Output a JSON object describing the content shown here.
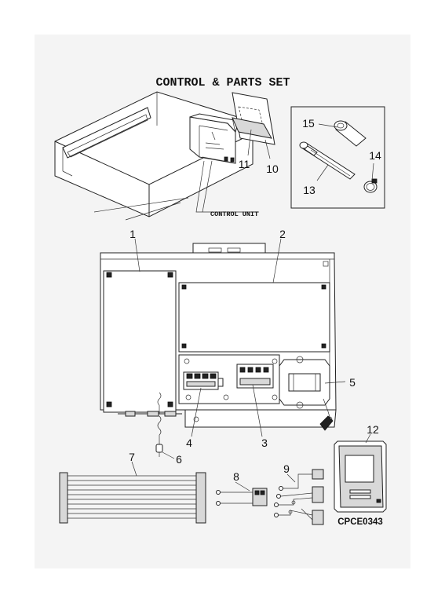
{
  "title": "CONTROL & PARTS SET",
  "control_unit_label": "CONTROL UNIT",
  "drawing_code": "CPCE0343",
  "callouts": {
    "c1": "1",
    "c2": "2",
    "c3": "3",
    "c4": "4",
    "c5": "5",
    "c6": "6",
    "c7": "7",
    "c8": "8",
    "c9": "9",
    "c10": "10",
    "c11": "11",
    "c12": "12",
    "c13": "13",
    "c14": "14",
    "c15": "15"
  }
}
